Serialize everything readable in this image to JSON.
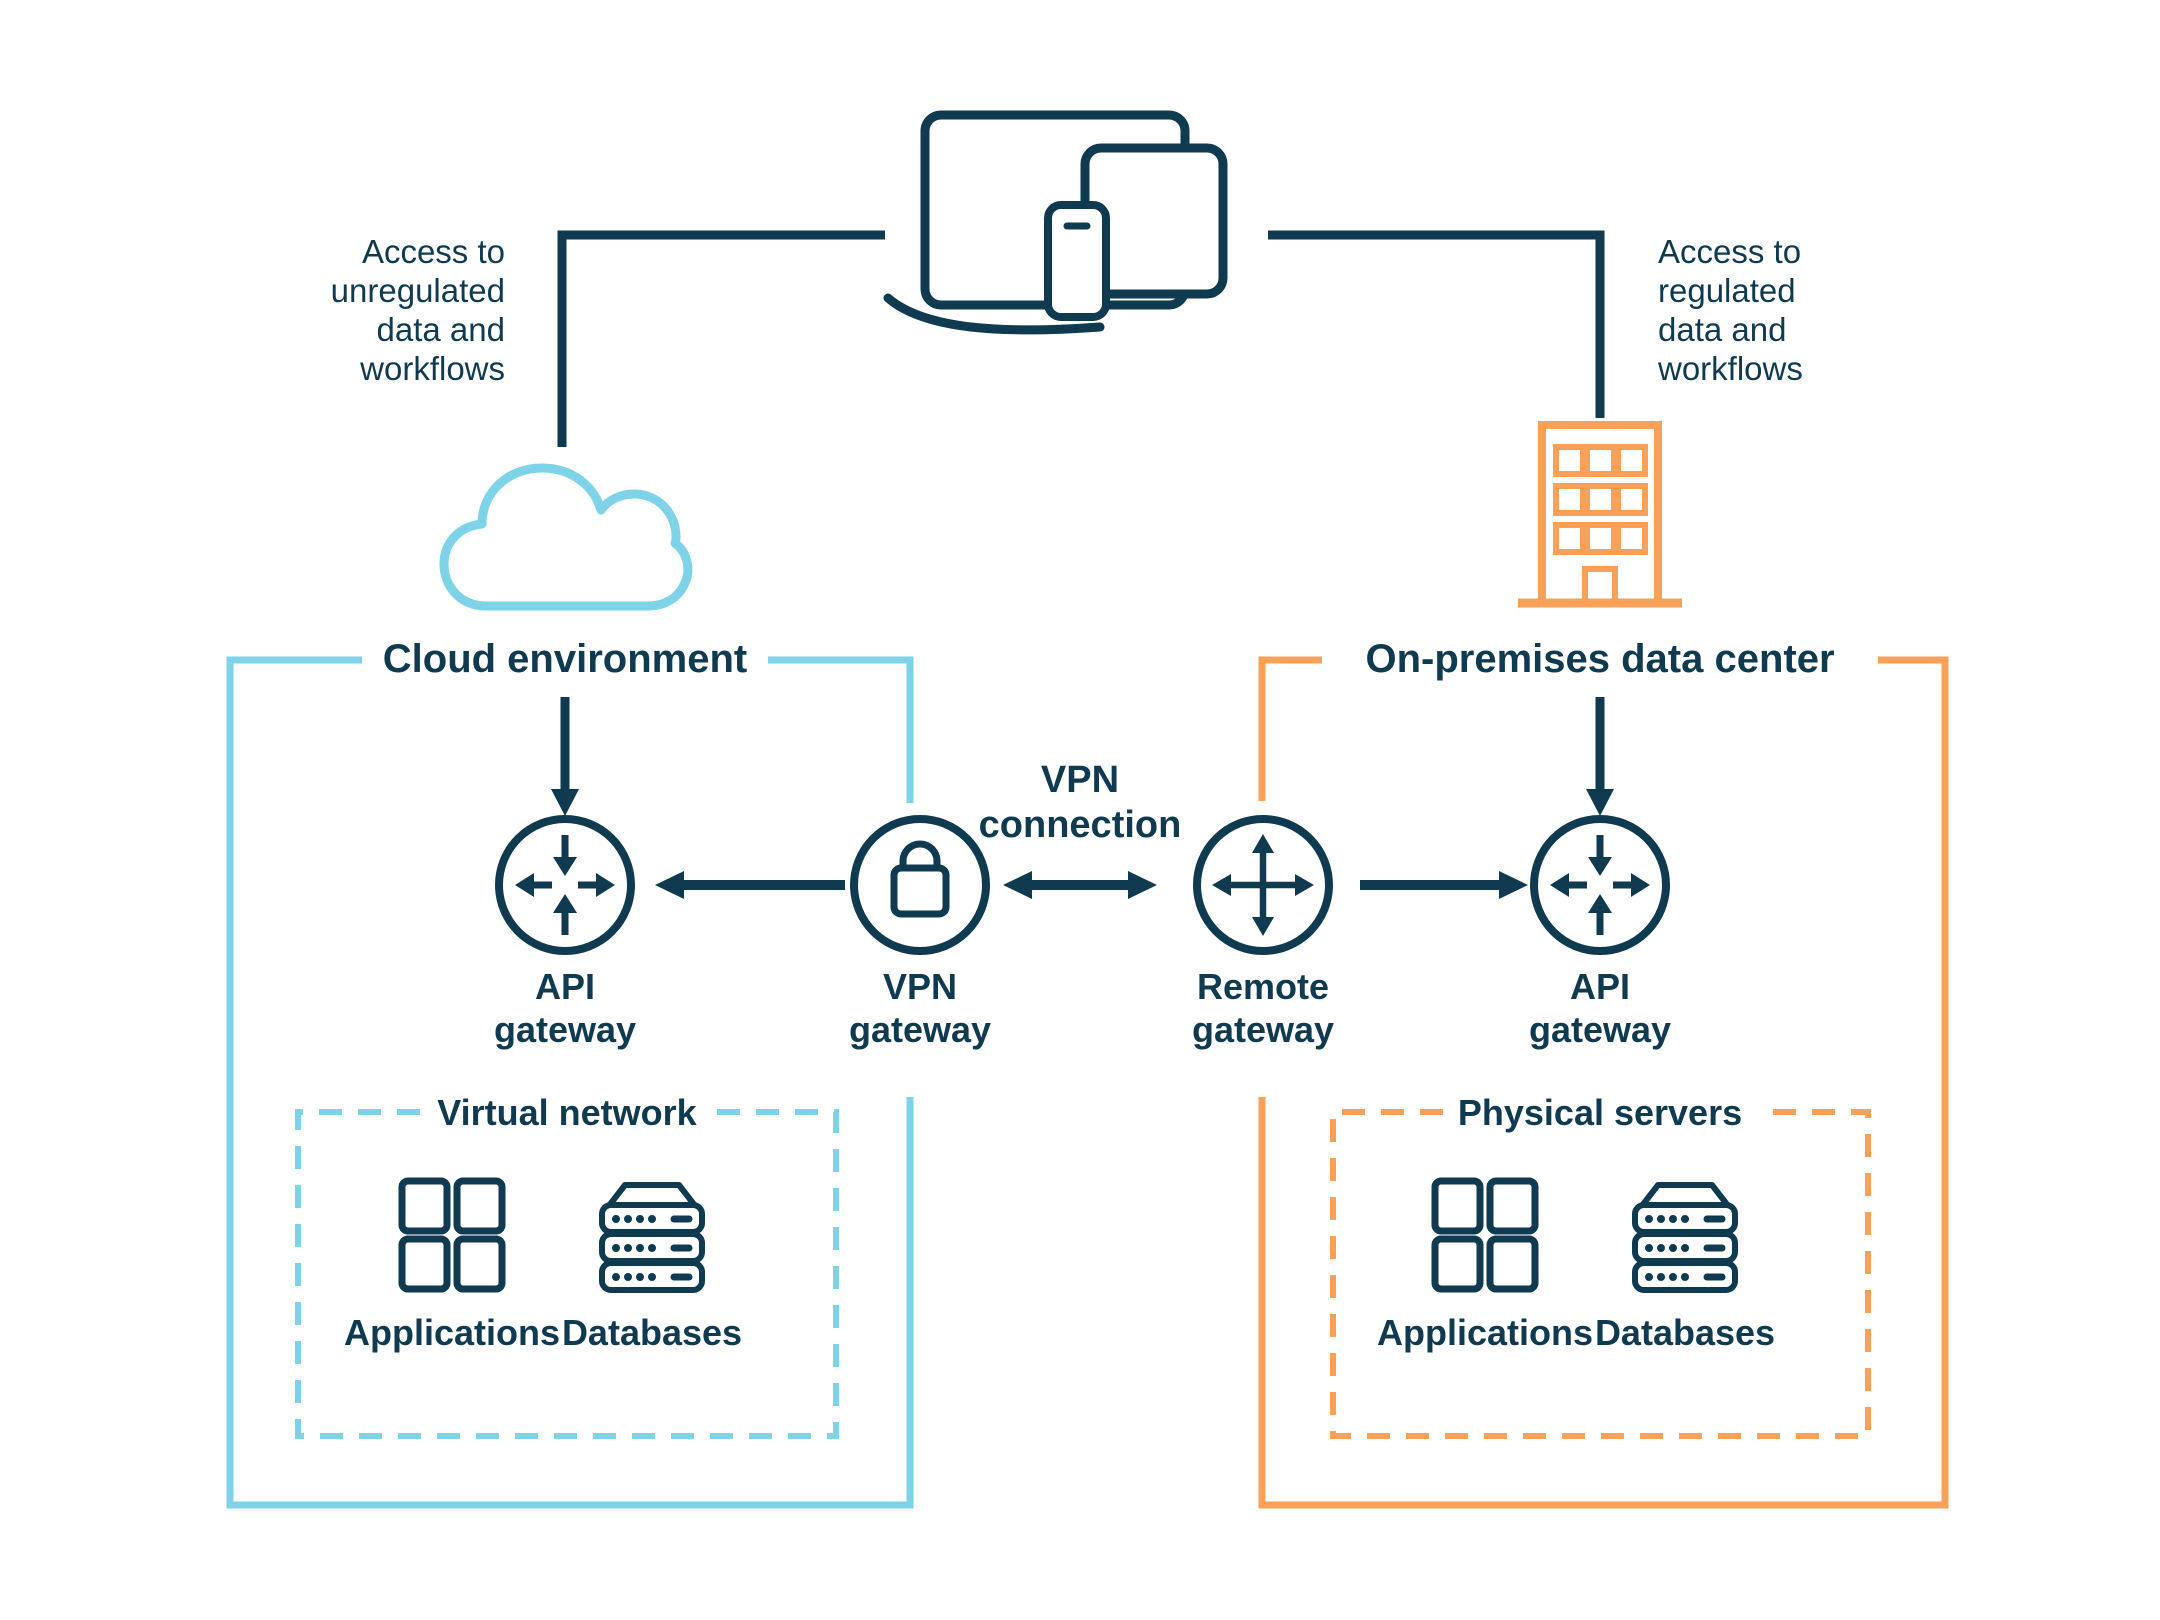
{
  "colors": {
    "navy": "#0f3a50",
    "light_blue": "#7ed3e8",
    "orange": "#f9a158",
    "background": "#ffffff"
  },
  "notes": {
    "left": "Access to\nunregulated\ndata and\nworkflows",
    "right": "Access to\nregulated\ndata and\nworkflows"
  },
  "vpn_connection_label": "VPN\nconnection",
  "cloud_section": {
    "title": "Cloud environment",
    "api_gateway_label": "API\ngateway",
    "vpn_gateway_label": "VPN\ngateway",
    "virtual_network": {
      "title": "Virtual network",
      "applications_label": "Applications",
      "databases_label": "Databases"
    }
  },
  "onprem_section": {
    "title": "On-premises data center",
    "remote_gateway_label": "Remote\ngateway",
    "api_gateway_label": "API\ngateway",
    "physical_servers": {
      "title": "Physical servers",
      "applications_label": "Applications",
      "databases_label": "Databases"
    }
  },
  "icons": {
    "devices": "laptop-tablet-phone-icon",
    "cloud": "cloud-outline-icon",
    "building": "office-building-icon",
    "api_gateway": "circle-arrows-converging-icon",
    "vpn_gateway": "circle-padlock-icon",
    "remote_gateway": "circle-arrows-diverging-icon",
    "applications": "four-squares-icon",
    "databases": "server-stack-icon"
  }
}
